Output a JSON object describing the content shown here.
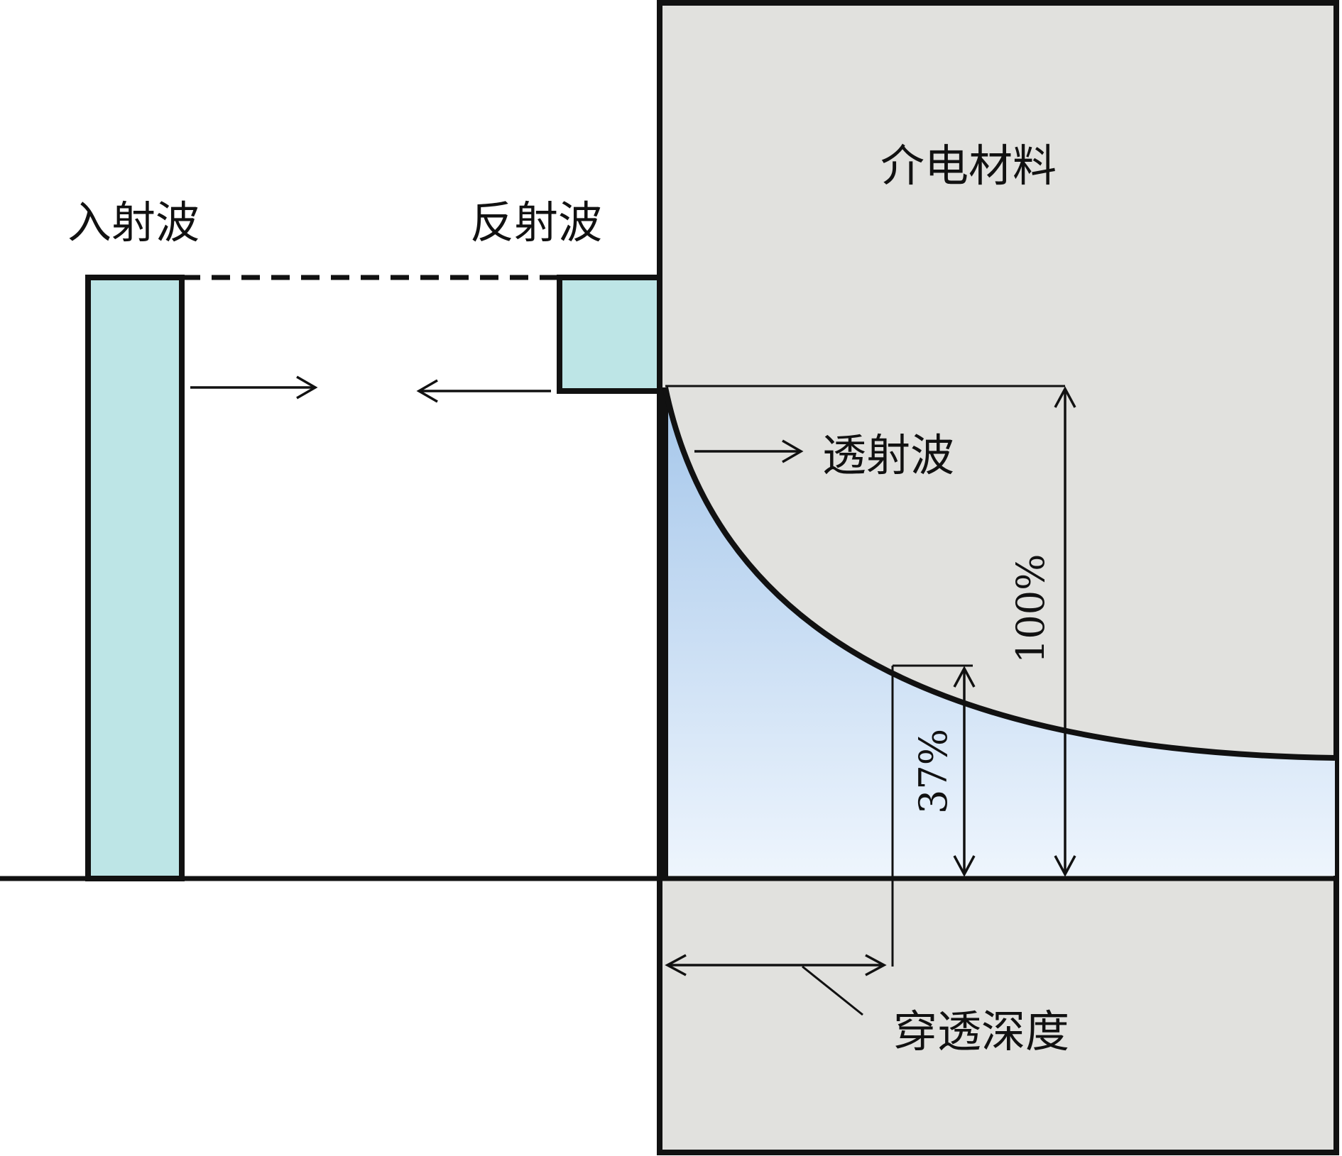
{
  "labels": {
    "incident": "入射波",
    "reflected": "反射波",
    "material": "介电材料",
    "transmitted": "透射波",
    "percent_100": "100%",
    "percent_37": "37%",
    "penetration_depth": "穿透深度"
  },
  "colors": {
    "wave_block": "#bde5e6",
    "material": "#e1e1de",
    "gradient_top": "#a4c6ea",
    "gradient_bottom": "#eef5fd",
    "line": "#111111"
  },
  "icons": [
    "right-arrow-icon",
    "left-arrow-icon",
    "double-arrow-icon"
  ]
}
